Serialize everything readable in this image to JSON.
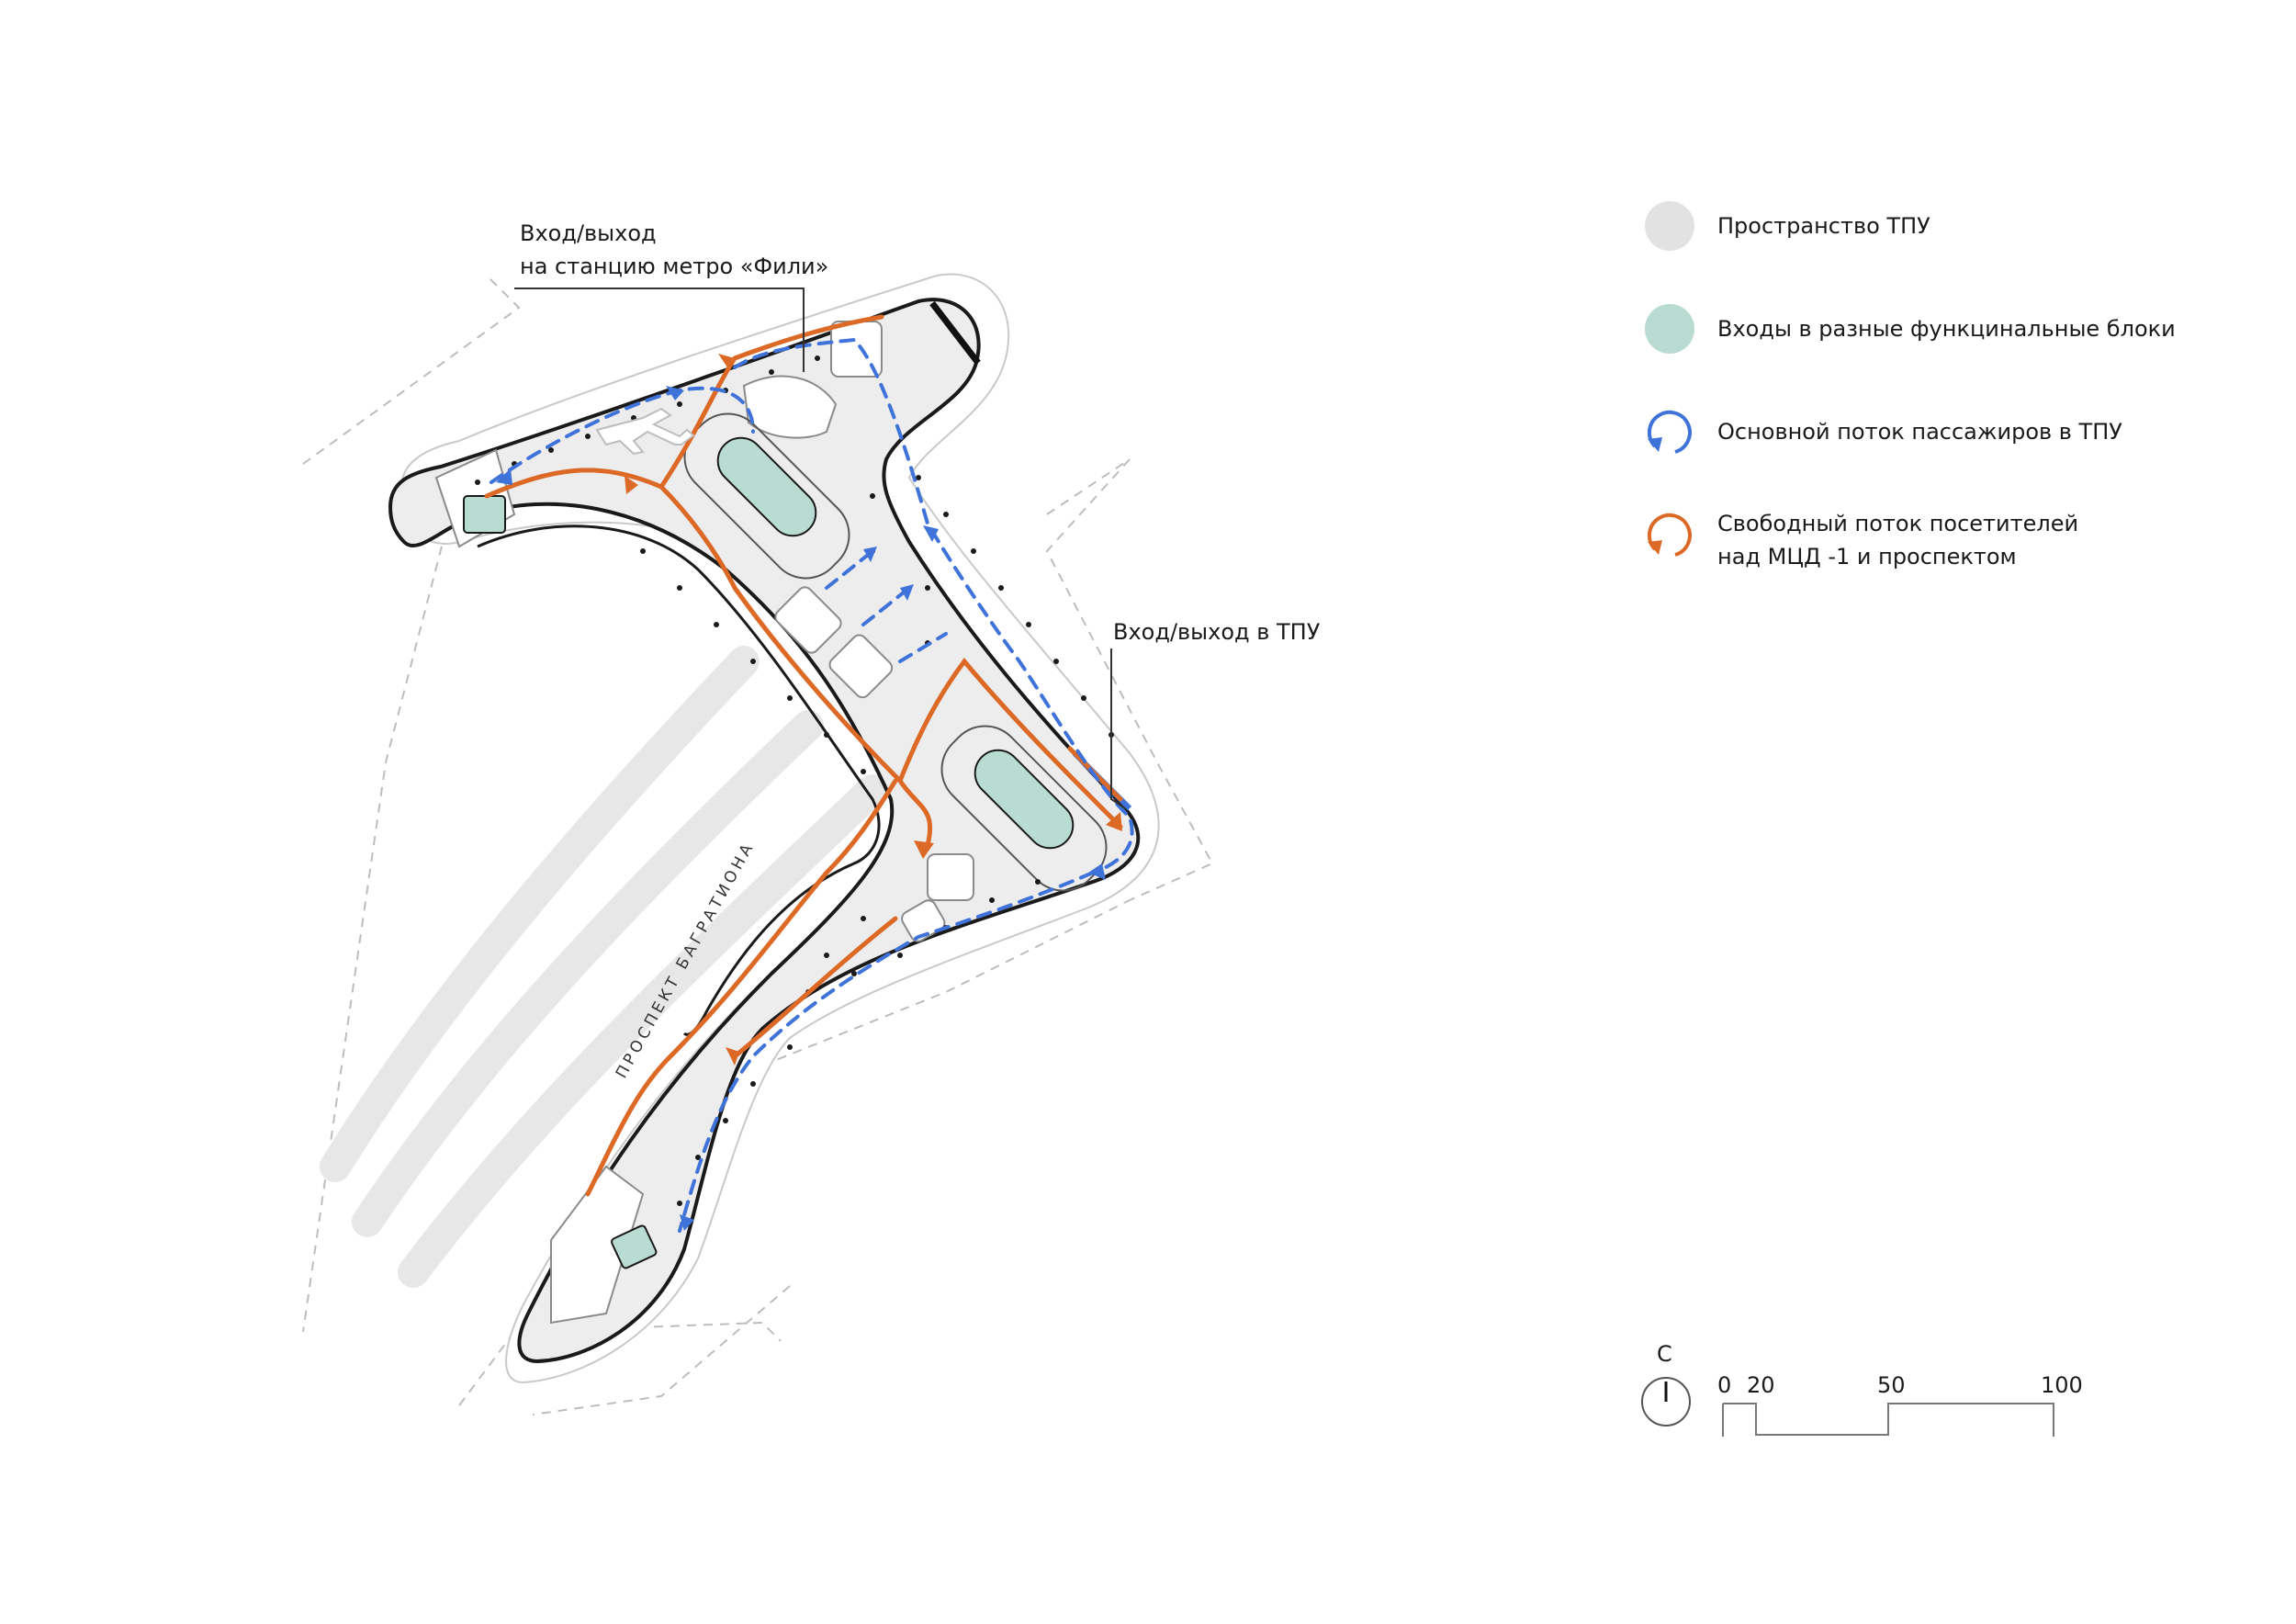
{
  "colors": {
    "tpu_space": "#e2e2e2",
    "entrances": "#b9dcd2",
    "passenger_flow": "#3f73d9",
    "visitor_flow": "#dc6a26",
    "outline": "#1a1a1a"
  },
  "callouts": {
    "metro_line1": "Вход/выход",
    "metro_line2": "на станцию метро «Фили»",
    "tpu_entrance": "Вход/выход в ТПУ"
  },
  "street_label": "ПРОСПЕКТ БАГРАТИОНА",
  "legend": [
    {
      "icon": "grey-circle-icon",
      "label": "Пространство ТПУ"
    },
    {
      "icon": "mint-circle-icon",
      "label": "Входы в разные функцинальные блоки"
    },
    {
      "icon": "blue-loop-arrow-icon",
      "label": "Основной поток пассажиров в ТПУ"
    },
    {
      "icon": "orange-loop-arrow-icon",
      "label_line1": "Свободный поток посетителей",
      "label_line2": "над МЦД -1 и проспектом"
    }
  ],
  "scale": {
    "north_letter": "С",
    "ticks": [
      "0",
      "20",
      "50",
      "100"
    ]
  }
}
